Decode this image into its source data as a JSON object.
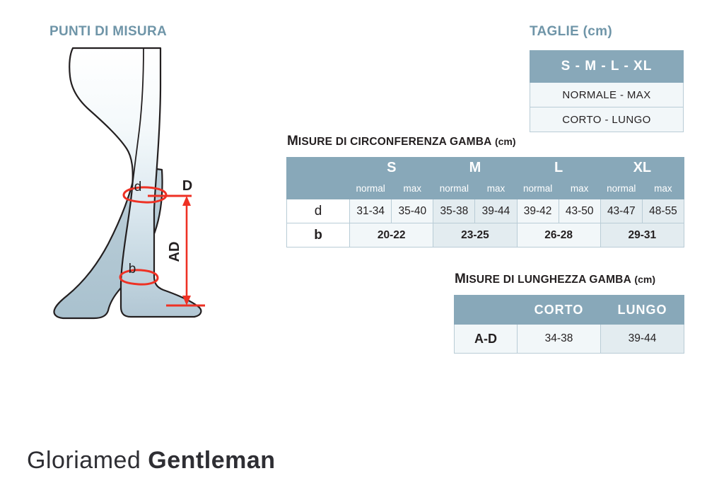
{
  "headings": {
    "measure_points": "PUNTI DI MISURA",
    "sizes": "TAGLIE (cm)"
  },
  "colors": {
    "header_blue": "#88a8b9",
    "heading_text": "#6f95a8",
    "cell_light": "#f2f7f9",
    "cell_dark": "#e3ecf0",
    "border": "#b9ccd6",
    "marker_red": "#ee3124",
    "leg_fill": "#aec4d0",
    "text": "#231f20"
  },
  "sizes_table": {
    "header": "S - M - L - XL",
    "rows": [
      "NORMALE - MAX",
      "CORTO - LUNGO"
    ]
  },
  "circumference_table": {
    "caption": {
      "first_letter": "M",
      "rest": "ISURE DI CIRCONFERENZA GAMBA",
      "unit": "(cm)"
    },
    "size_columns": [
      "S",
      "M",
      "L",
      "XL"
    ],
    "sub_headers": [
      "normal",
      "max"
    ],
    "rows": [
      {
        "label": "d",
        "values": [
          "31-34",
          "35-40",
          "35-38",
          "39-44",
          "39-42",
          "43-50",
          "43-47",
          "48-55"
        ]
      },
      {
        "label": "b",
        "values": [
          "20-22",
          "23-25",
          "26-28",
          "29-31"
        ]
      }
    ]
  },
  "length_table": {
    "caption": {
      "first_letter": "M",
      "rest": "ISURE DI LUNGHEZZA GAMBA",
      "unit": "(cm)"
    },
    "columns": [
      "CORTO",
      "LUNGO"
    ],
    "row": {
      "label": "A-D",
      "values": [
        "34-38",
        "39-44"
      ]
    }
  },
  "diagram": {
    "labels": {
      "knee": "d",
      "ankle": "b",
      "point_d": "D",
      "length_ad": "AD"
    }
  },
  "brand": {
    "name_light": "Gloriamed",
    "name_bold": "Gentleman"
  }
}
